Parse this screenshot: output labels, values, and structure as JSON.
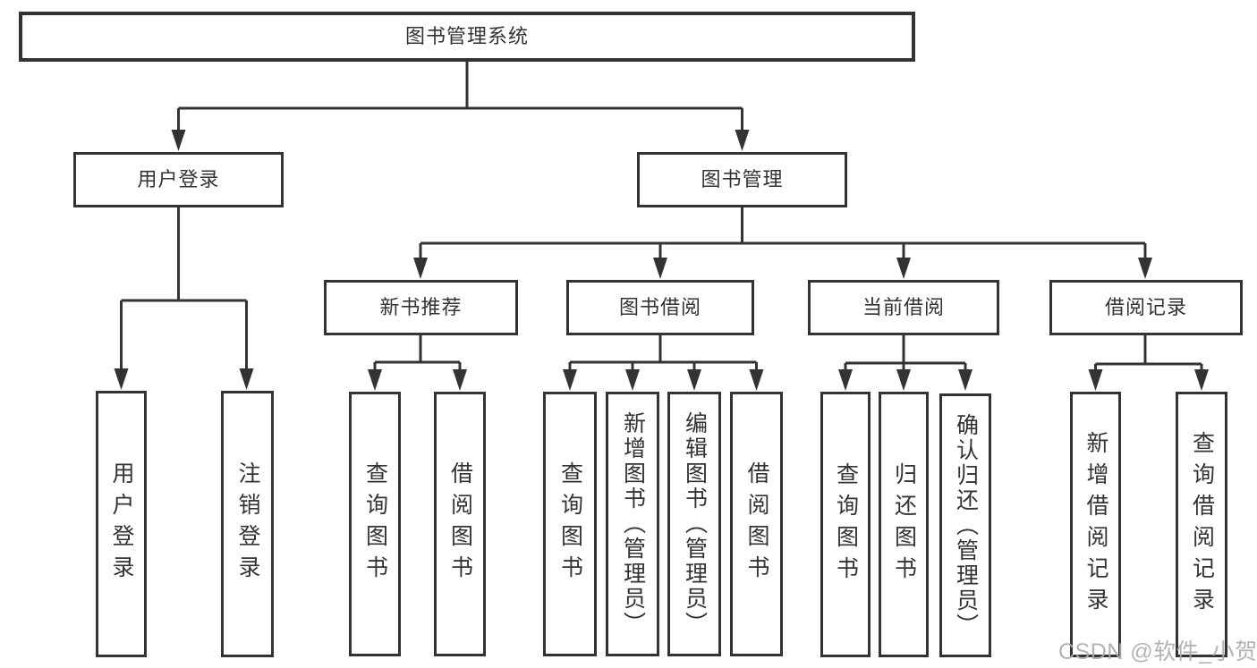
{
  "nodes": {
    "root": "图书管理系统",
    "user_login": "用户登录",
    "book_management": "图书管理",
    "new_book_recommend": "新书推荐",
    "book_borrowing": "图书借阅",
    "current_borrowing": "当前借阅",
    "borrowing_records": "借阅记录",
    "login_user_login": "用户登录",
    "login_logout": "注销登录",
    "recommend_query_books": "查询图书",
    "recommend_borrow_books": "借阅图书",
    "borrowing_query_books": "查询图书",
    "borrowing_add_books": "新增图书（管理员）",
    "borrowing_edit_books": "编辑图书（管理员）",
    "borrowing_borrow_books": "借阅图书",
    "current_query_books": "查询图书",
    "current_return_books": "归还图书",
    "current_confirm_return": "确认归还（管理员）",
    "records_add_record": "新增借阅记录",
    "records_query_record": "查询借阅记录"
  },
  "watermark": "CSDN @软件_小贺同学",
  "colors": {
    "line": "#333333",
    "text": "#333333",
    "background": "#ffffff",
    "watermark": "#ababab"
  }
}
